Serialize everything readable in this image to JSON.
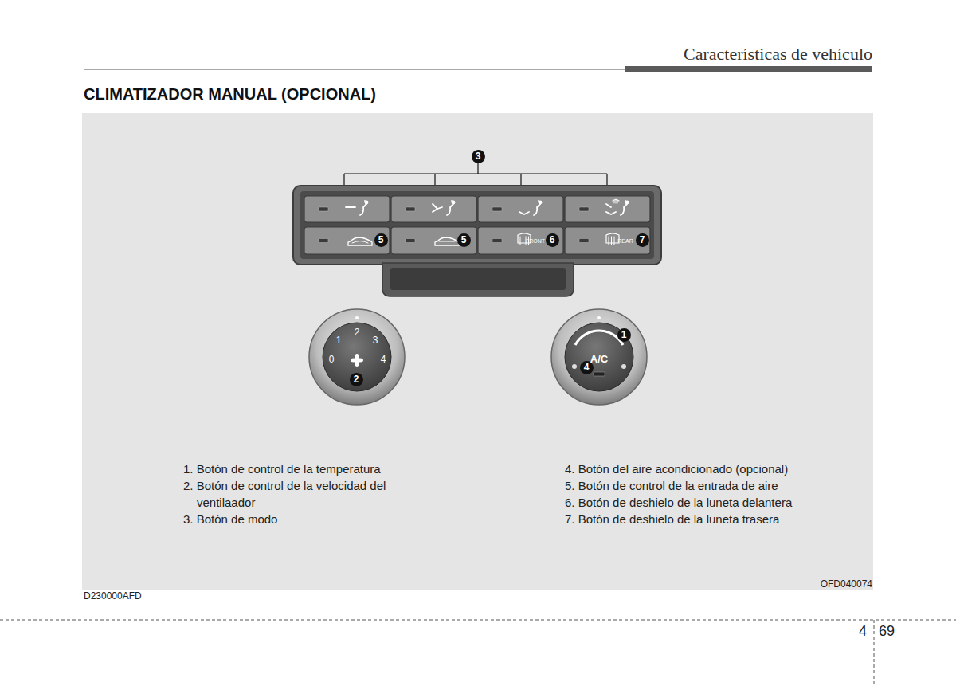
{
  "diagram": {
    "title": "CLIMATIZADOR MANUAL (OPCIONAL)",
    "nodes": [
      {
        "text": [
          "FRONT"
        ]
      },
      {
        "text": [
          "REAR"
        ]
      },
      {
        "text": [
          "2",
          "1",
          "3",
          "0",
          "4"
        ]
      },
      {
        "text": [
          "A/C"
        ]
      }
    ],
    "labels": [
      "Características de vehículo",
      "3",
      "5",
      "5",
      "6",
      "7",
      "2",
      "1",
      "4",
      "1. Botón de control de la temperatura",
      "2. Botón de control de la velocidad del ventilaador",
      "3. Botón de modo",
      "4. Botón del aire acondicionado (opcional)",
      "5. Botón de control de la entrada de aire",
      "6. Botón de deshielo de la luneta delantera",
      "7. Botón de deshielo de la luneta trasera",
      "OFD040074",
      "D230000AFD",
      "4",
      "69"
    ]
  }
}
